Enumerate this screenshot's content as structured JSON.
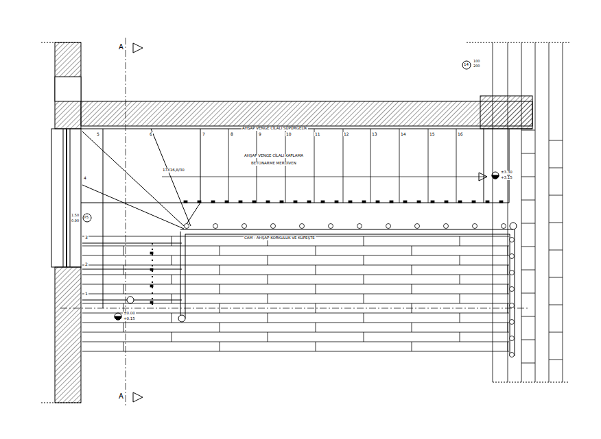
{
  "diagram": {
    "labels": [
      "A",
      "A",
      "5",
      "6",
      "7",
      "8",
      "9",
      "10",
      "11",
      "12",
      "13",
      "14",
      "15",
      "16",
      "4",
      "3",
      "2",
      "1",
      "AHŞAP VENGE CİLALI SÜPÜRGELİK",
      "AHŞAP VENGE CİLALI KAPLAMA",
      "BETONARME MERDİVEN",
      "17X16,8/30",
      "CAM - AHŞAP KORKULUK VE KÜPEŞTE",
      "±3.30",
      "+3.15",
      "±0.00",
      "+0.15",
      "14",
      "100",
      "200",
      "1.50",
      "0.90",
      "P5"
    ]
  }
}
